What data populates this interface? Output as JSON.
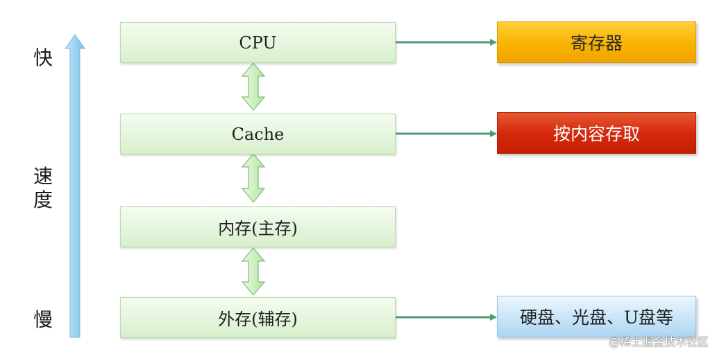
{
  "speed_axis": {
    "fast": "快",
    "speed_line1": "速",
    "speed_line2": "度",
    "slow": "慢"
  },
  "levels": [
    {
      "label": "CPU",
      "target": "寄存器",
      "target_color": "#f8b300"
    },
    {
      "label": "Cache",
      "target": "按内容存取",
      "target_color": "#d6290c"
    },
    {
      "label": "内存(主存)",
      "target": ""
    },
    {
      "label": "外存(辅存)",
      "target": "硬盘、光盘、U盘等",
      "target_color": "#cbe6f8"
    }
  ],
  "colors": {
    "level_box_fill": "#e7f6df",
    "connector_arrow": "#4c9a6f",
    "double_arrow_fill": "#cff0c3",
    "speed_arrow_fill": "#9fd3f0"
  },
  "watermark": "@稀土掘金技术社区"
}
